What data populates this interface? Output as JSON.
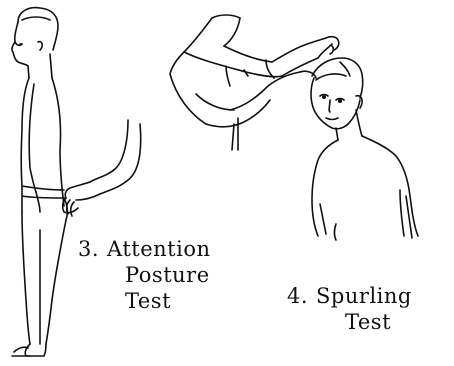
{
  "figure": {
    "test3": {
      "number": "3.",
      "line1": "Attention",
      "line2": "Posture",
      "line3": "Test"
    },
    "test4": {
      "number": "4.",
      "line1": "Spurling",
      "line2": "Test"
    },
    "ink_color": "#111111"
  }
}
